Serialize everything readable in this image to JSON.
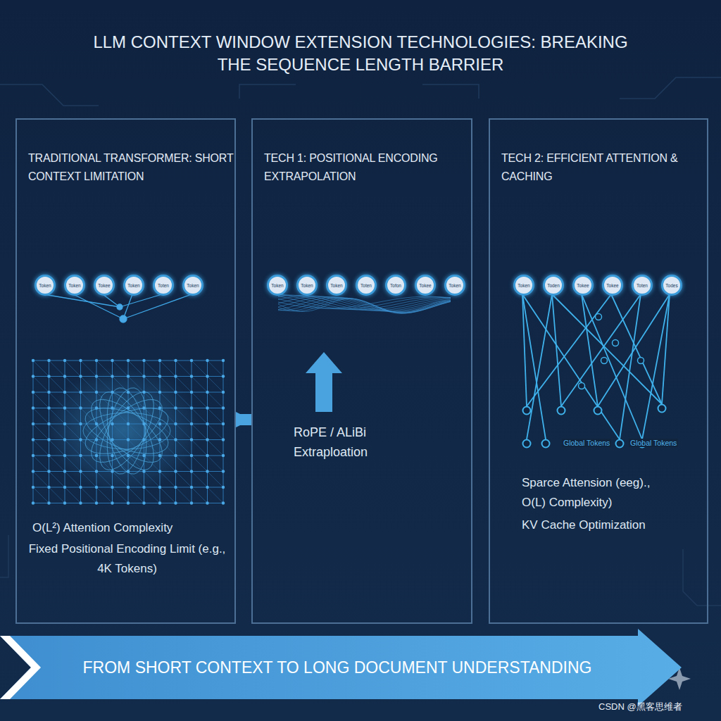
{
  "diagram": {
    "title": "LLM CONTEXT WINDOW EXTENSION TECHNOLOGIES: BREAKING THE SEQUENCE LENGTH BARRIER",
    "nodes": [
      {
        "text": [
          "TRADITIONAL TRANSFORMER: SHORT CONTEXT LIMITATION",
          "O(L²) Attention Complexity",
          "Fixed Positional Encoding Limit (e.g., 4K Tokens)"
        ]
      },
      {
        "text": [
          "Token"
        ],
        "in": 0
      },
      {
        "text": [
          "Token"
        ],
        "in": 0
      },
      {
        "text": [
          "Tokee"
        ],
        "in": 0
      },
      {
        "text": [
          "Token"
        ],
        "in": 0
      },
      {
        "text": [
          "Toten"
        ],
        "in": 0
      },
      {
        "text": [
          "Token"
        ],
        "in": 0
      },
      {
        "text": [
          "TECH 1: POSITIONAL ENCODING EXTRAPOLATION",
          "RoPE / ALiBi Extraploation"
        ]
      },
      {
        "text": [
          "Token"
        ],
        "in": 7
      },
      {
        "text": [
          "Token"
        ],
        "in": 7
      },
      {
        "text": [
          "Token"
        ],
        "in": 7
      },
      {
        "text": [
          "Toten"
        ],
        "in": 7
      },
      {
        "text": [
          "Tofon"
        ],
        "in": 7
      },
      {
        "text": [
          "Tokee"
        ],
        "in": 7
      },
      {
        "text": [
          "Token"
        ],
        "in": 7
      },
      {
        "text": [
          "TECH 2: EFFICIENT ATTENTION & CACHING",
          "Sparce Attension (eeg)., O(L) Complexity)",
          "KV Cache Optimization"
        ]
      },
      {
        "text": [
          "Token"
        ],
        "in": 15
      },
      {
        "text": [
          "Toden"
        ],
        "in": 15
      },
      {
        "text": [
          "Tokee"
        ],
        "in": 15
      },
      {
        "text": [
          "Tokee"
        ],
        "in": 15
      },
      {
        "text": [
          "Toten"
        ],
        "in": 15
      },
      {
        "text": [
          "Todes"
        ],
        "in": 15
      },
      {
        "text": [
          "FROM SHORT CONTEXT TO LONG DOCUMENT UNDERSTANDING"
        ]
      }
    ],
    "edges": [
      {
        "from": 0,
        "to": 7,
        "arrow": "to"
      }
    ],
    "labels": [
      "Global Tokens",
      "Global Tokens",
      "CSDN @黑客思维者"
    ]
  }
}
